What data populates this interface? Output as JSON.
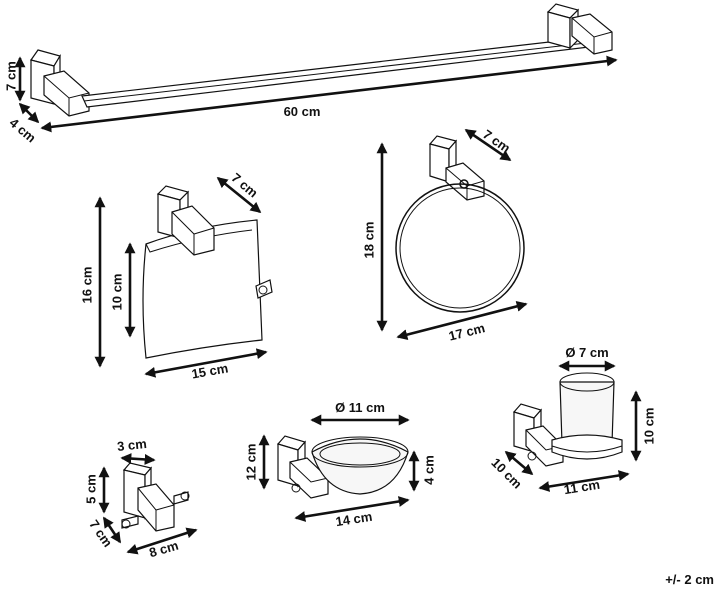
{
  "diagram": {
    "tolerance": "+/- 2 cm",
    "items": [
      {
        "name": "towel-rail",
        "dimensions": [
          "7 cm",
          "4 cm",
          "60 cm"
        ]
      },
      {
        "name": "towel-ring",
        "dimensions": [
          "7 cm",
          "18 cm",
          "17 cm"
        ]
      },
      {
        "name": "toilet-paper-holder",
        "dimensions": [
          "7 cm",
          "16 cm",
          "10 cm",
          "15 cm"
        ]
      },
      {
        "name": "robe-hook",
        "dimensions": [
          "3 cm",
          "5 cm",
          "7 cm",
          "8 cm"
        ]
      },
      {
        "name": "soap-dish",
        "dimensions": [
          "Ø 11 cm",
          "12 cm",
          "4 cm",
          "14 cm"
        ]
      },
      {
        "name": "tumbler-holder",
        "dimensions": [
          "Ø 7 cm",
          "10 cm",
          "10 cm",
          "11 cm"
        ]
      }
    ]
  },
  "colors": {
    "line": "#111111",
    "background": "#ffffff"
  }
}
